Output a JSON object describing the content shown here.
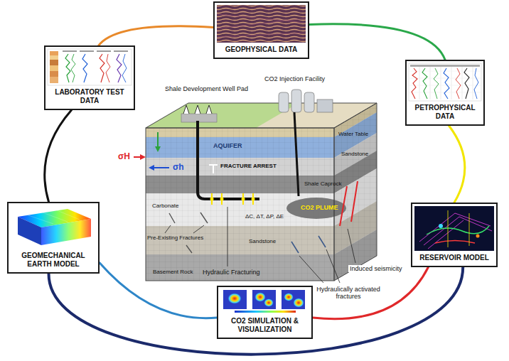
{
  "diagram": {
    "nodes": [
      {
        "text": [
          "GEOPHYSICAL DATA"
        ]
      },
      {
        "text": [
          "LABORATORY TEST DATA"
        ]
      },
      {
        "text": [
          "PETROPHYSICAL DATA"
        ]
      },
      {
        "text": [
          "GEOMECHANICAL EARTH MODEL"
        ]
      },
      {
        "text": [
          "RESERVOIR MODEL"
        ]
      },
      {
        "text": [
          "CO2 SIMULATION & VISUALIZATION"
        ]
      }
    ],
    "edges": [
      {
        "from": 1,
        "to": 0,
        "arrow": "none"
      },
      {
        "from": 0,
        "to": 2,
        "arrow": "none"
      },
      {
        "from": 2,
        "to": 4,
        "arrow": "none"
      },
      {
        "from": 1,
        "to": 3,
        "arrow": "none"
      },
      {
        "from": 3,
        "to": 5,
        "arrow": "none"
      },
      {
        "from": 5,
        "to": 4,
        "arrow": "none"
      },
      {
        "from": 3,
        "to": 4,
        "arrow": "none"
      }
    ],
    "labels": [
      "Shale Development Well Pad",
      "CO2 Injection Facility",
      "Water Table",
      "AQUIFER",
      "Sandstone",
      "FRACTURE ARREST",
      "Shale Caprock",
      "σH",
      "σh",
      "Carbonate",
      "CO2 PLUME",
      "ΔC, ΔT, ΔP, ΔE",
      "Pre-Existing Fractures",
      "Sandstone",
      "Basement Rock",
      "Hydraulic Fracturing",
      "Hydraulically activated fractures",
      "Induced seismicity"
    ]
  }
}
